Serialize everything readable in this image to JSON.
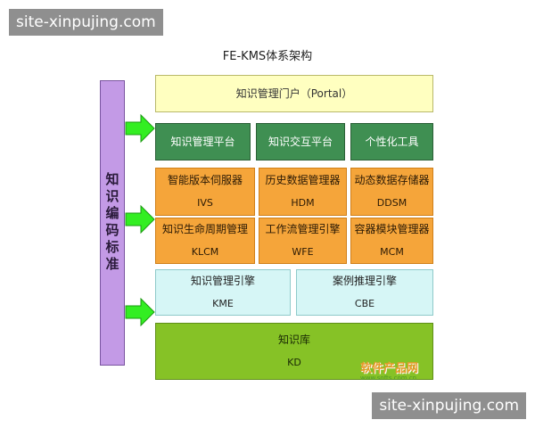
{
  "watermark": {
    "top": "site-xinpujing.com",
    "bottom": "site-xinpujing.com"
  },
  "title": "FE-KMS体系架构",
  "side_bar": {
    "label": "知识编码标准"
  },
  "portal": {
    "label": "知识管理门户（Portal）"
  },
  "platforms": [
    {
      "label": "知识管理平台"
    },
    {
      "label": "知识交互平台"
    },
    {
      "label": "个性化工具"
    }
  ],
  "managers_row1": [
    {
      "label": "智能版本伺服器",
      "abbr": "IVS"
    },
    {
      "label": "历史数据管理器",
      "abbr": "HDM"
    },
    {
      "label": "动态数据存储器",
      "abbr": "DDSM"
    }
  ],
  "managers_row2": [
    {
      "label": "知识生命周期管理",
      "abbr": "KLCM"
    },
    {
      "label": "工作流管理引擎",
      "abbr": "WFE"
    },
    {
      "label": "容器模块管理器",
      "abbr": "MCM"
    }
  ],
  "engines": [
    {
      "label": "知识管理引擎",
      "abbr": "KME"
    },
    {
      "label": "案例推理引擎",
      "abbr": "CBE"
    }
  ],
  "knowledge_base": {
    "label": "知识库",
    "abbr": "KD"
  },
  "stamp": {
    "text": "软件产品网",
    "url": "www.softs.com.cn"
  },
  "colors": {
    "portal": "#ffffc0",
    "platform": "#3f8f52",
    "manager": "#f5a53a",
    "engine": "#d6f6f6",
    "knowledge_base": "#86c226",
    "side_bar": "#c39ae6",
    "arrow": "#33ee22"
  }
}
